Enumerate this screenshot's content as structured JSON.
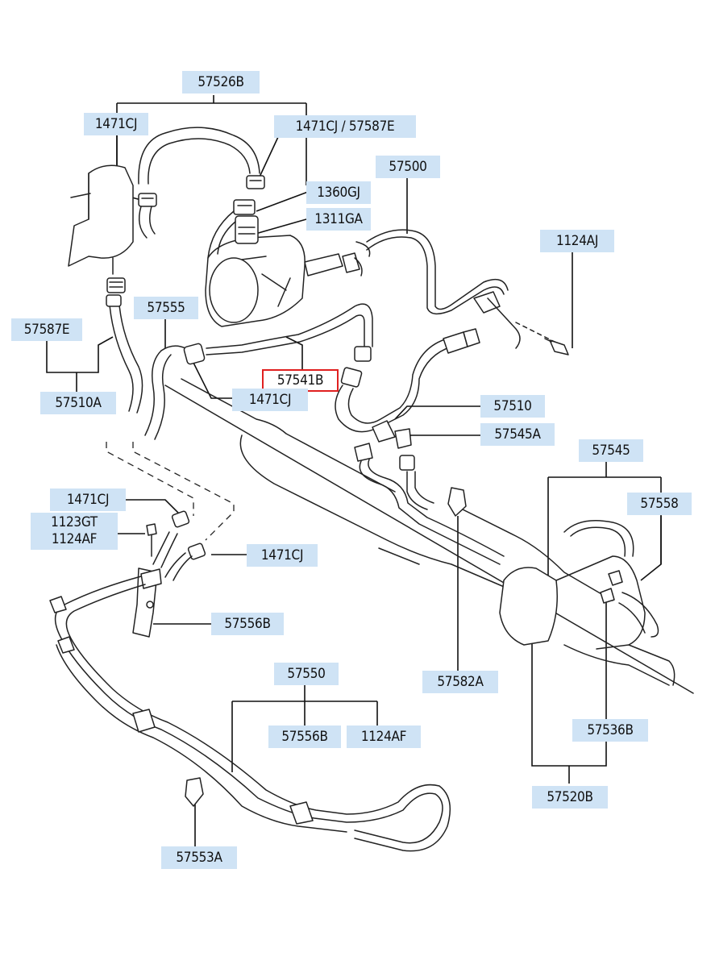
{
  "labels": {
    "l_57526B": "57526B",
    "l_1471CJ_a": "1471CJ",
    "l_1471CJ_57587E": "1471CJ / 57587E",
    "l_57500": "57500",
    "l_1360GJ": "1360GJ",
    "l_1311GA": "1311GA",
    "l_1124AJ": "1124AJ",
    "l_57555": "57555",
    "l_57587E": "57587E",
    "l_57541B": "57541B",
    "l_1471CJ_b": "1471CJ",
    "l_57510A": "57510A",
    "l_57510": "57510",
    "l_57545A": "57545A",
    "l_57545": "57545",
    "l_57558": "57558",
    "l_1471CJ_c": "1471CJ",
    "l_1123GT": "1123GT",
    "l_1124AF_a": "1124AF",
    "l_1471CJ_d": "1471CJ",
    "l_57556B_a": "57556B",
    "l_57582A": "57582A",
    "l_57550": "57550",
    "l_57556B_b": "57556B",
    "l_1124AF_b": "1124AF",
    "l_57536B": "57536B",
    "l_57520B": "57520B",
    "l_57553A": "57553A"
  },
  "selected_label": "57541B",
  "colors": {
    "label_background": "#cfe3f5",
    "highlight_border": "#e02020",
    "line": "#111111"
  }
}
